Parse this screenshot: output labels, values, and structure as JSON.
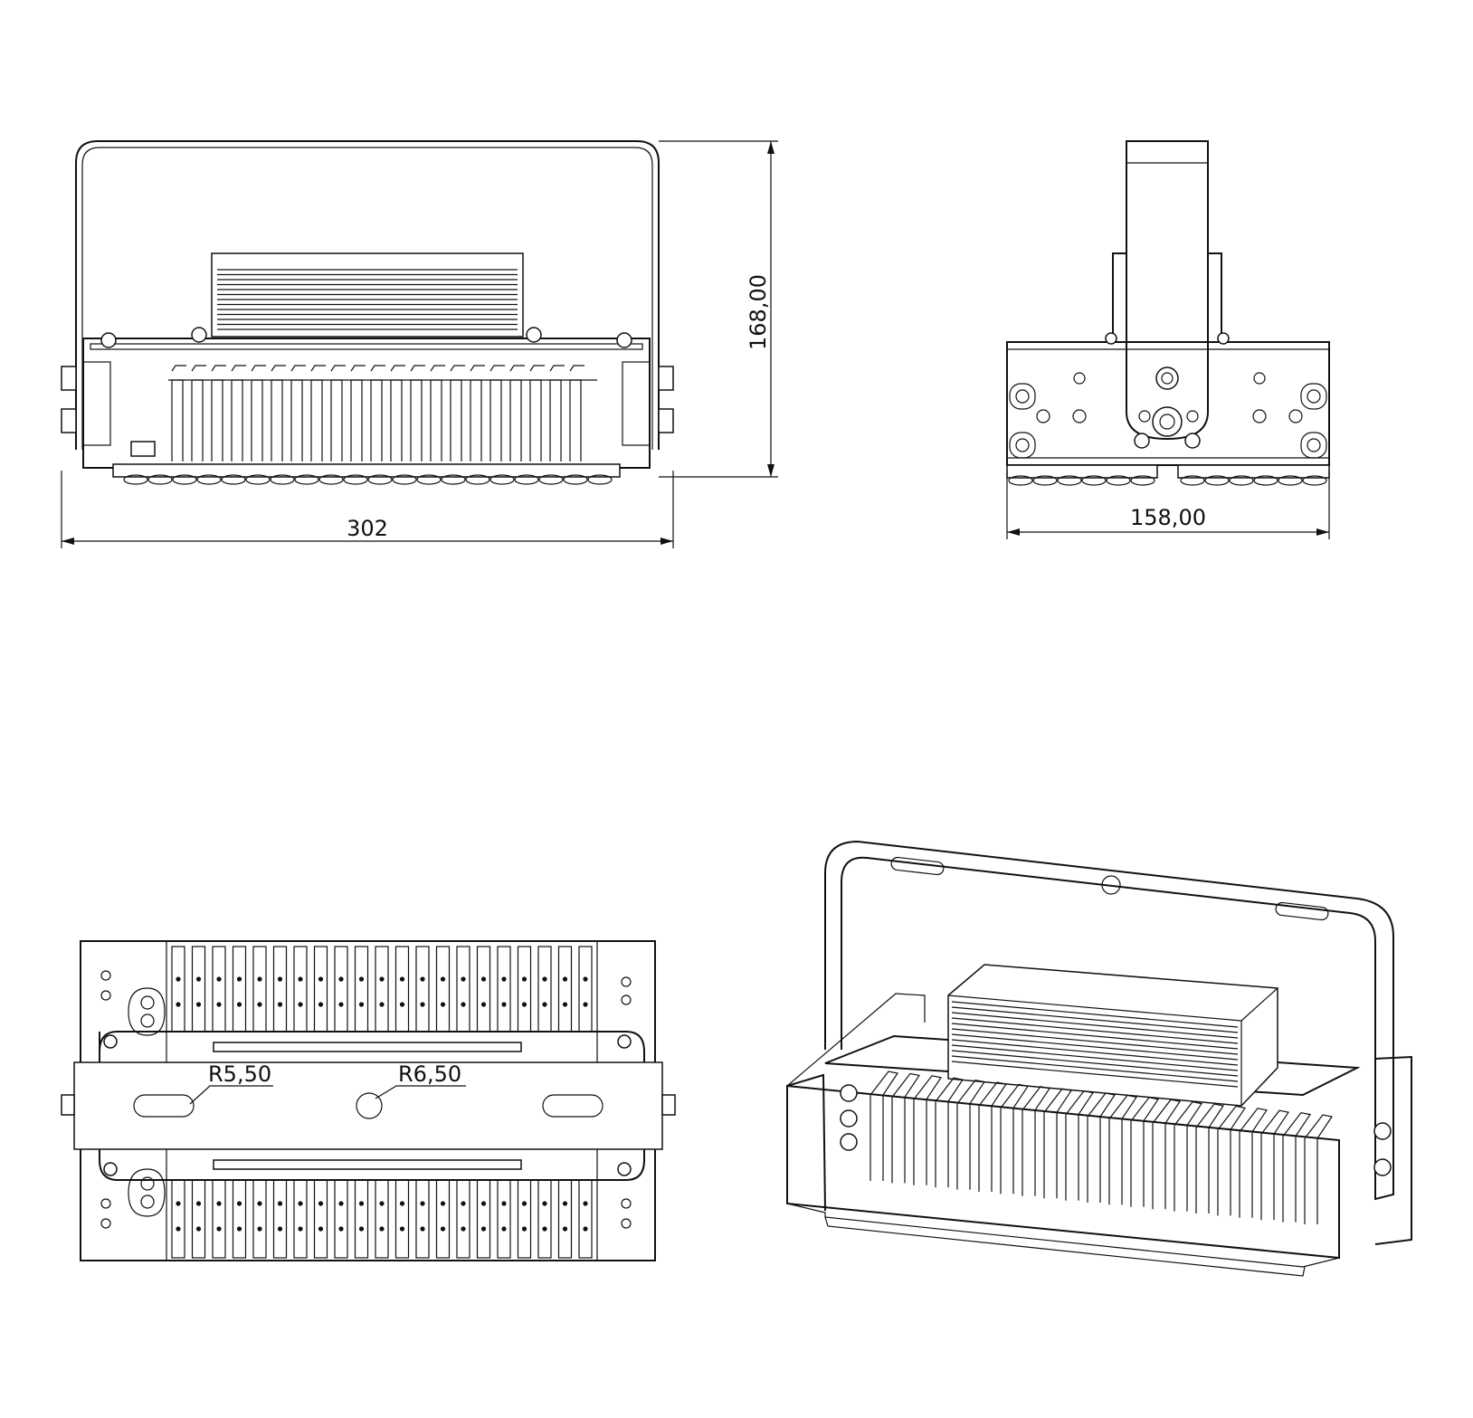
{
  "drawing": {
    "front_view": {
      "width_dimension": "302",
      "height_dimension": "168,00"
    },
    "side_view": {
      "width_dimension": "158,00"
    },
    "bottom_view": {
      "slot_radius_label": "R5,50",
      "hole_radius_label": "R6,50"
    },
    "fin_count": 21,
    "line_color": "#111111"
  }
}
